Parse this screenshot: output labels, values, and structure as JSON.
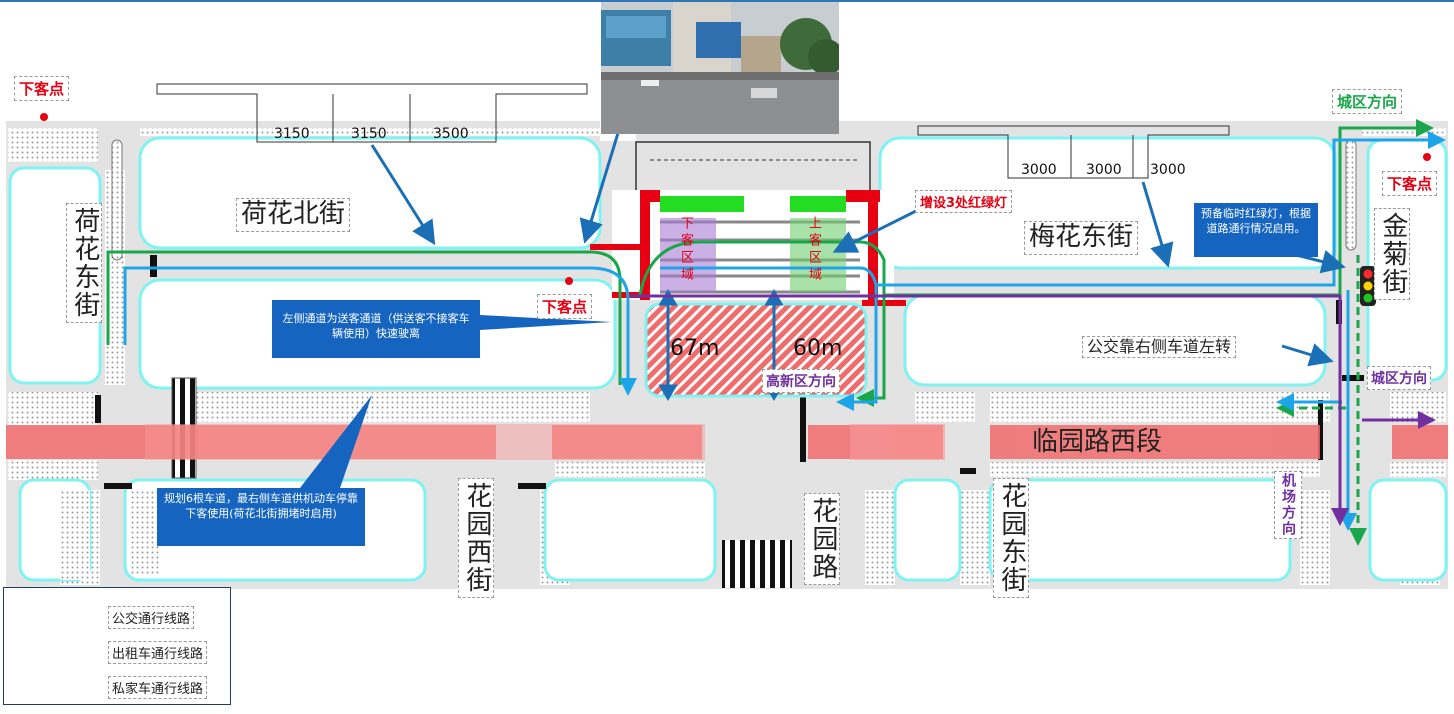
{
  "streets": {
    "hehua_north": "荷花北街",
    "hehua_east": "荷花东街",
    "meihua_east": "梅花东街",
    "jinju": "金菊街",
    "linyuan_west": "临园路西段",
    "huayuan_west": "花园西街",
    "huayuan_road": "花园路",
    "huayuan_east": "花园东街"
  },
  "dropoff_label": "下客点",
  "dimensions_left": [
    "3150",
    "3150",
    "3500"
  ],
  "dimensions_right": [
    "3000",
    "3000",
    "3000"
  ],
  "zones": {
    "drop_zone": "下客区域",
    "pickup_zone": "上客区域"
  },
  "measurements": {
    "left": "67m",
    "right": "60m"
  },
  "directions": {
    "city_top": "城区方向",
    "city_right": "城区方向",
    "gaoxin": "高新区方向",
    "airport": "机场方向"
  },
  "notes": {
    "traffic_light": "增设3处红绿灯",
    "temp_light": "预备临时红绿灯，根据道路通行情况启用。",
    "left_channel": "左侧通道为送客通道（供送客不接客车辆使用）快速驶离",
    "six_lanes": "规划6根车道，最右侧车道供机动车停靠下客使用(荷花北街拥堵时启用)",
    "bus_turn": "公交靠右侧车道左转"
  },
  "legend": [
    {
      "label": "公交通行线路",
      "color": "#7030a0"
    },
    {
      "label": "出租车通行线路",
      "color": "#1aa64a"
    },
    {
      "label": "私家车通行线路",
      "color": "#1ea5e9"
    }
  ],
  "colors": {
    "bus": "#7030a0",
    "taxi": "#1aa64a",
    "private": "#1ea5e9",
    "callout": "#1565c0",
    "red": "#e60012"
  }
}
